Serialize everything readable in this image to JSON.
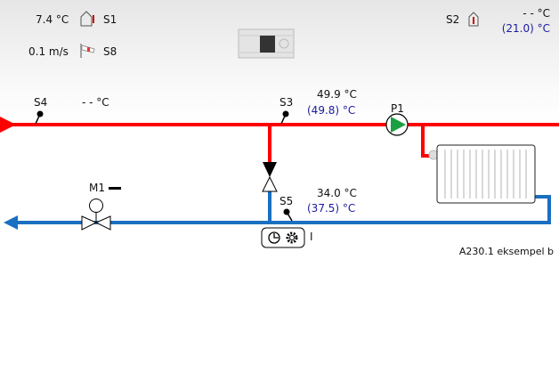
{
  "outdoor": {
    "temp": "7.4 °C",
    "label": "S1",
    "icon": "house-thermometer-icon"
  },
  "wind": {
    "speed": "0.1 m/s",
    "label": "S8",
    "icon": "windsock-icon"
  },
  "room": {
    "label": "S2",
    "value": "- - °C",
    "setpoint": "(21.0) °C",
    "icon": "house-thermometer-icon"
  },
  "s4": {
    "label": "S4",
    "value": "- - °C"
  },
  "s3": {
    "label": "S3",
    "value": "49.9 °C",
    "setpoint": "(49.8) °C"
  },
  "s5": {
    "label": "S5",
    "value": "34.0 °C",
    "setpoint": "(37.5) °C"
  },
  "pump": {
    "label": "P1"
  },
  "valve": {
    "label": "M1",
    "state": "—"
  },
  "controller": {
    "mode": "I"
  },
  "footer": "A230.1 eksempel b",
  "colors": {
    "supply": "#ff0000",
    "return": "#1a6fc0",
    "setpoint": "#1a1aa0",
    "pump": "#1aa040"
  }
}
